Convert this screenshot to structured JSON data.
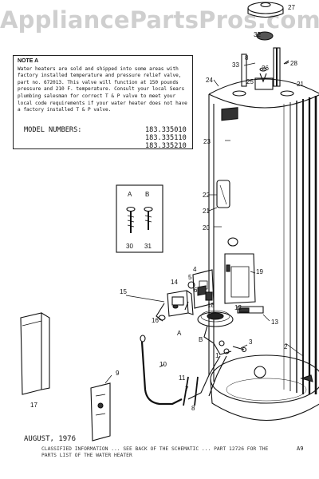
{
  "watermark": "AppliancePartsPros.com",
  "note": {
    "title": "NOTE A",
    "text": "Water heaters are sold and shipped into some areas with factory installed temperature and pressure relief valve, part no. 672013. This valve will function at 150 pounds pressure and 210 F. temperature. Consult your local Sears plumbing salesman for correct T & P valve to meet your local code requirements if your water heater does not have a factory installed T & P valve."
  },
  "models": {
    "label": "MODEL NUMBERS:",
    "numbers": [
      "183.335010",
      "183.335110",
      "183.335210"
    ]
  },
  "screw_labels": {
    "a": "A",
    "b": "B",
    "a_number": "30",
    "b_number": "31"
  },
  "callouts": {
    "c1": "1",
    "c2": "2",
    "c3": "3",
    "c4": "4",
    "c5": "5",
    "c6": "6",
    "c7": "7",
    "c8": "8",
    "c9": "9",
    "c10": "10",
    "c11": "11",
    "c12": "12",
    "c13": "13",
    "c14": "14",
    "c15": "15",
    "c16": "16",
    "c17": "17",
    "c18": "18",
    "c19": "19",
    "c20": "20",
    "c21": "21",
    "c22": "22",
    "c23": "23",
    "c24": "24",
    "c25": "25",
    "c26": "26",
    "c27": "27",
    "c28": "28",
    "c32": "32",
    "c33": "33",
    "cA": "A",
    "cB": "B"
  },
  "date": "AUGUST, 1976",
  "corner_mark": "A9",
  "bottom_note": "CLASSIFIED INFORMATION ... SEE BACK OF THE SCHEMATIC ... PART 12726 FOR THE PARTS LIST OF THE WATER HEATER"
}
